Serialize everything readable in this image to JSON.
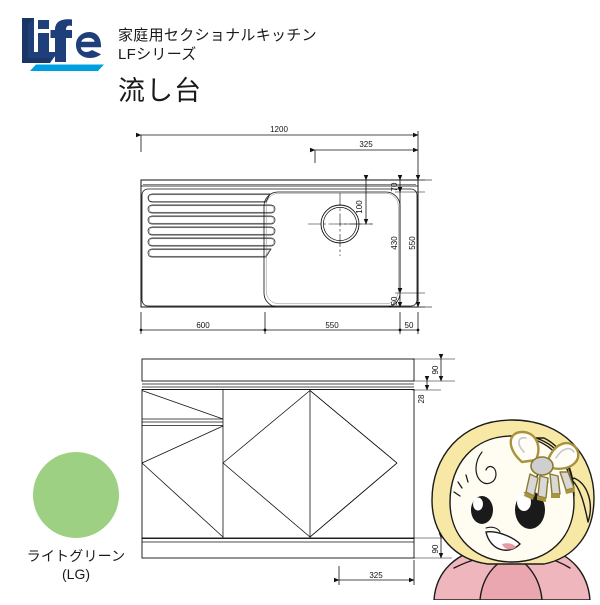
{
  "header": {
    "logo_alt": "Life",
    "logo_text": "Life",
    "brand_line1": "家庭用セクショナルキッチン",
    "brand_line2": "LFシリーズ",
    "doc_title": "流し台",
    "logo_color": "#1f3f7a",
    "logo_accent_color": "#00a0e0"
  },
  "swatch": {
    "name": "ライトグリーン",
    "code": "(LG)",
    "color": "#9dd083"
  },
  "top_view": {
    "name": "sink-top-view",
    "dims": {
      "overall_width": "1200",
      "drain_from_right": "325",
      "overall_depth": "550",
      "back_edge": "70",
      "bowl_depth": "430",
      "front_edge": "50",
      "drainboard_width": "600",
      "bowl_width": "550",
      "right_edge": "50",
      "drain_offset": "100"
    }
  },
  "front_view": {
    "name": "cabinet-front-view",
    "dims": {
      "counter_height": "90",
      "drawer_height": "28",
      "toe_kick": "90",
      "drawer_width": "325"
    }
  },
  "mascot": {
    "name": "kitchen-mascot-character",
    "hair_color": "#f5e6a0",
    "skin_color": "#fffbf0",
    "kimono_color": "#f0b6bd",
    "ribbon_gold": "#a8923c",
    "ribbon_silver": "#cccccc"
  }
}
